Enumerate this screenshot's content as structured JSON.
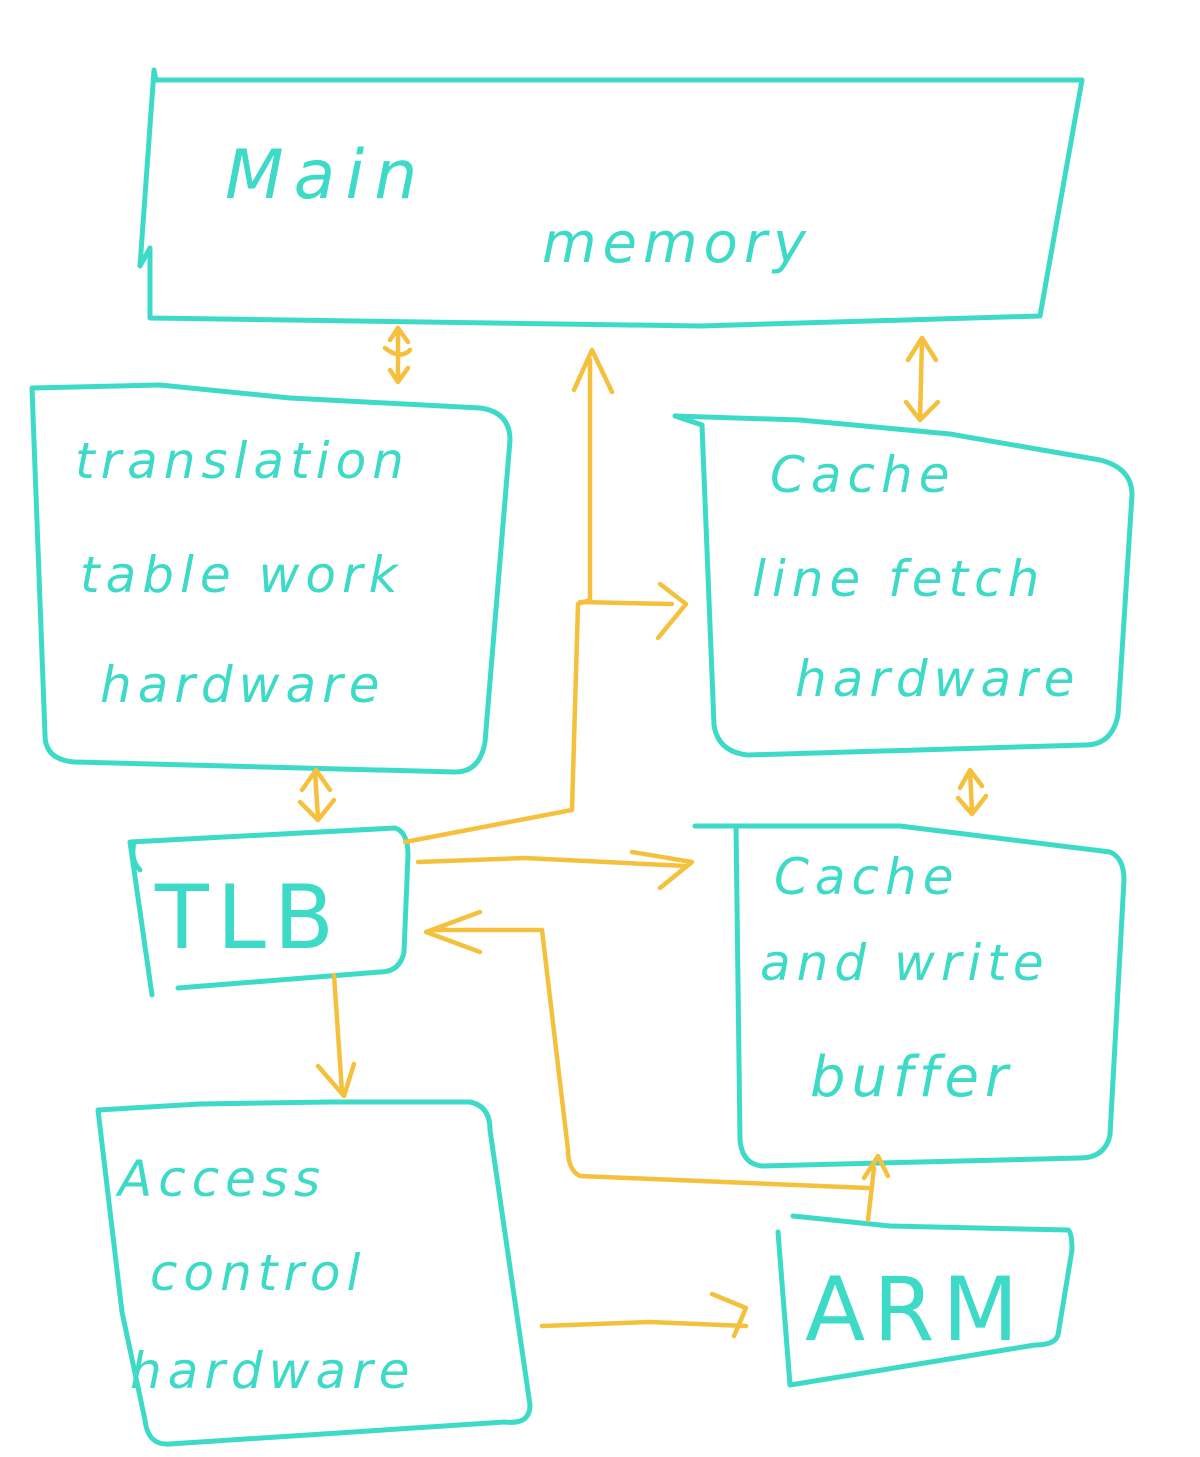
{
  "diagram": {
    "nodes": {
      "main_memory": {
        "line1": "Main",
        "line2": "memory"
      },
      "translation": {
        "line1": "translation",
        "line2": "table work",
        "line3": "hardware"
      },
      "cache_fetch": {
        "line1": "Cache",
        "line2": "line fetch",
        "line3": "hardware"
      },
      "tlb": {
        "label": "TLB"
      },
      "cache_write": {
        "line1": "Cache",
        "line2": "and write",
        "line3": "buffer"
      },
      "access": {
        "line1": "Access",
        "line2": "control",
        "line3": "hardware"
      },
      "arm": {
        "label": "ARM"
      }
    },
    "edges": [
      {
        "from": "main_memory",
        "to": "translation",
        "direction": "both"
      },
      {
        "from": "main_memory",
        "to": "cache_fetch",
        "direction": "both"
      },
      {
        "from": "translation",
        "to": "tlb",
        "direction": "both"
      },
      {
        "from": "cache_fetch",
        "to": "cache_write",
        "direction": "both"
      },
      {
        "from": "tlb",
        "to": "main_memory",
        "direction": "forward"
      },
      {
        "from": "tlb",
        "to": "cache_fetch",
        "direction": "forward"
      },
      {
        "from": "tlb",
        "to": "cache_write",
        "direction": "forward"
      },
      {
        "from": "tlb",
        "to": "access",
        "direction": "forward"
      },
      {
        "from": "arm",
        "to": "tlb",
        "direction": "forward"
      },
      {
        "from": "arm",
        "to": "cache_write",
        "direction": "forward"
      },
      {
        "from": "access",
        "to": "arm",
        "direction": "forward"
      }
    ],
    "colors": {
      "box_stroke": "#3ddac8",
      "arrow_stroke": "#f5c13c",
      "background": "#ffffff"
    }
  }
}
